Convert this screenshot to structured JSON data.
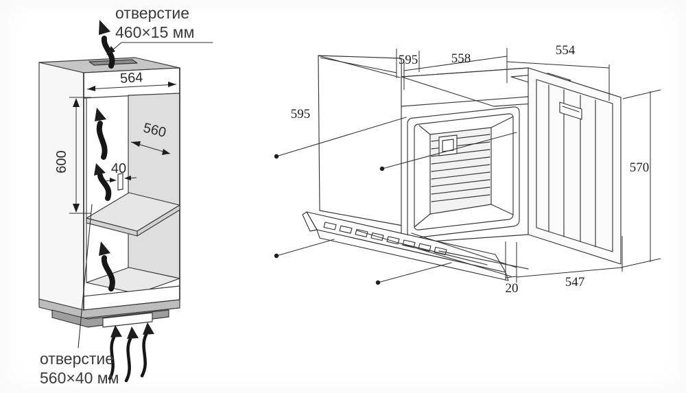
{
  "cabinet": {
    "top_callout_line1": "отверстие",
    "top_callout_line2": "460×15 мм",
    "bottom_callout_line1": "отверстие",
    "bottom_callout_line2": "560×40 мм",
    "dim_width_top": "564",
    "dim_height": "600",
    "dim_depth": "560",
    "dim_gap": "40"
  },
  "oven": {
    "dim_facade_width": "595",
    "dim_body_width": "558",
    "dim_depth_top": "554",
    "dim_facade_height": "595",
    "dim_height": "570",
    "dim_door_offset": "20",
    "dim_depth_bottom": "547"
  },
  "palette": {
    "line": "#2e2e2e",
    "cabinet_top": "#c6c6c6",
    "inner_wall": "#dedede",
    "shelf": "#e6e6e6",
    "shelf_edge": "#d2d2d2",
    "floor": "#e9e9e9",
    "base_band": "#bdbdbd",
    "plinth": "#9e9e9e",
    "white": "#ffffff",
    "panel": "#fbfbfb",
    "back_wall": "#f2f2f2",
    "left_panel": "#f7f7f7"
  }
}
